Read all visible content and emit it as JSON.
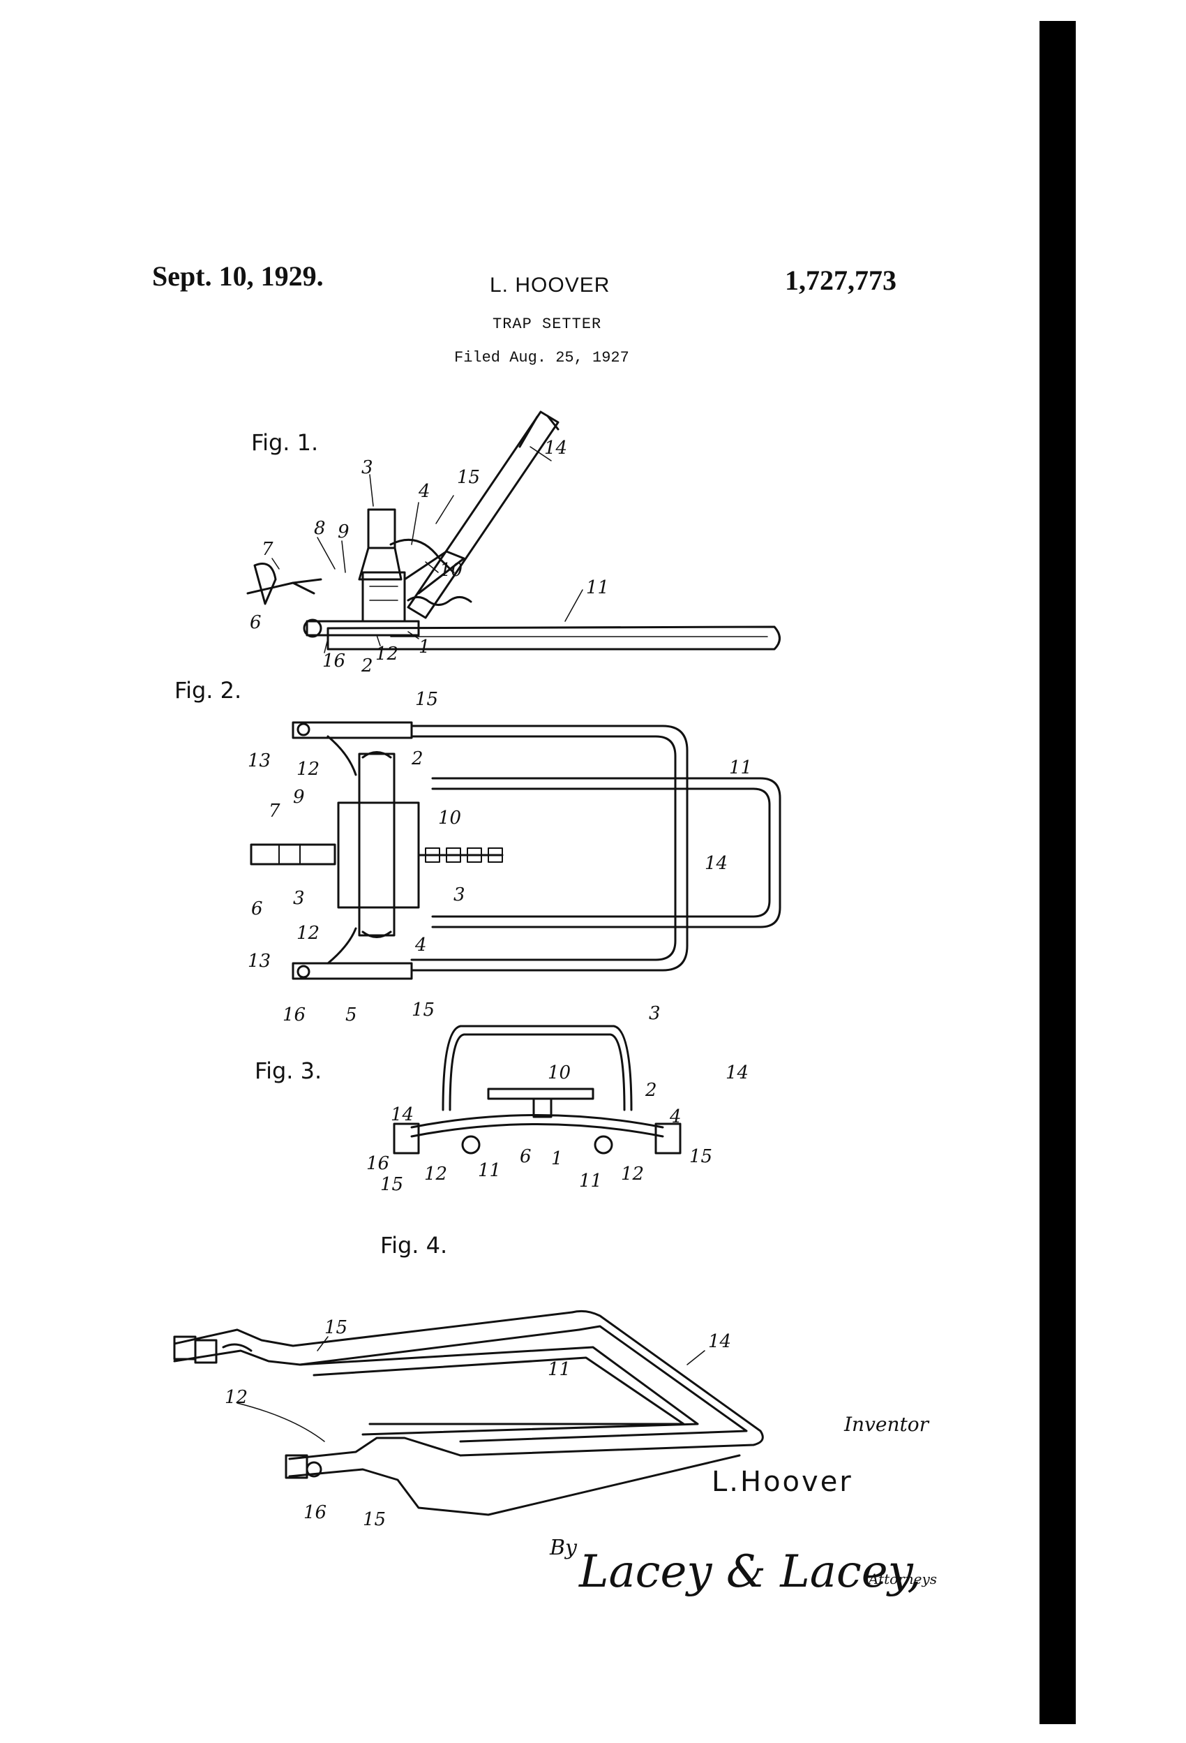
{
  "header": {
    "date": "Sept. 10, 1929.",
    "inventor": "L. HOOVER",
    "patent_number": "1,727,773",
    "title": "TRAP SETTER",
    "filed": "Filed Aug. 25, 1927"
  },
  "figures": {
    "fig1": "Fig. 1.",
    "fig2": "Fig. 2.",
    "fig3": "Fig. 3.",
    "fig4": "Fig. 4."
  },
  "signature": {
    "inventor_label": "Inventor",
    "inventor_name": "L.Hoover",
    "by": "By",
    "attorney_firm": "Lacey & Lacey,",
    "attorneys_label": "Attorneys"
  },
  "reference_numerals": {
    "fig1": [
      "3",
      "4",
      "15",
      "14",
      "8",
      "9",
      "10",
      "7",
      "6",
      "11",
      "16",
      "12",
      "1",
      "2"
    ],
    "fig2": [
      "15",
      "11",
      "13",
      "12",
      "2",
      "9",
      "10",
      "7",
      "14",
      "3",
      "6",
      "3",
      "3",
      "12",
      "13",
      "4",
      "16",
      "5",
      "15"
    ],
    "fig3": [
      "3",
      "14",
      "10",
      "14",
      "2",
      "4",
      "16",
      "6",
      "1",
      "15",
      "12",
      "11",
      "11",
      "12",
      "15"
    ],
    "fig4": [
      "15",
      "14",
      "11",
      "12",
      "16",
      "15"
    ]
  }
}
